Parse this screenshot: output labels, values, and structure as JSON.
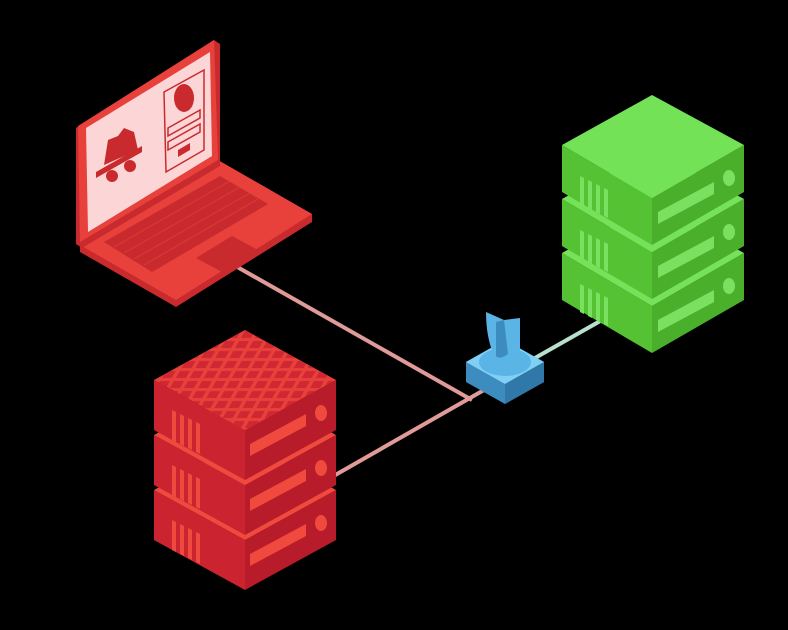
{
  "diagram": {
    "nodes": [
      {
        "id": "laptop",
        "icon": "incognito-laptop-icon",
        "color": "#e8403a"
      },
      {
        "id": "firewall",
        "icon": "shield-firewall-icon",
        "color": "#5ab4e6"
      },
      {
        "id": "attacker-server",
        "icon": "server-stack-icon",
        "color": "#cc2330"
      },
      {
        "id": "protected-server",
        "icon": "server-stack-icon",
        "color": "#5cc83a"
      }
    ],
    "links": [
      {
        "from": "laptop",
        "to": "firewall",
        "color": "#e09a98"
      },
      {
        "from": "attacker-server",
        "to": "firewall",
        "color": "#e09a98"
      },
      {
        "from": "firewall",
        "to": "protected-server",
        "color": "#b8e0cc"
      }
    ],
    "colors": {
      "background": "#000000"
    }
  }
}
